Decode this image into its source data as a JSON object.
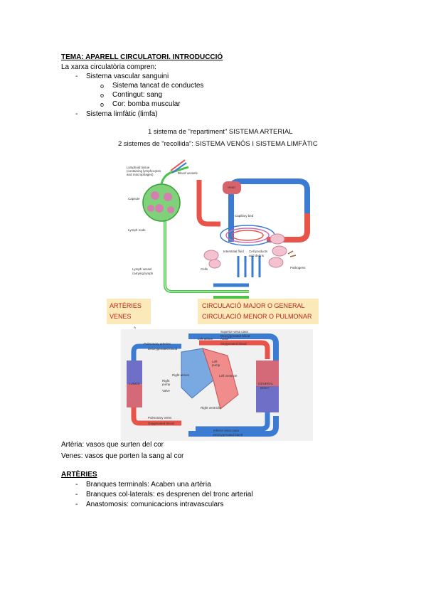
{
  "header": {
    "title": "TEMA: APARELL CIRCULATORI. INTRODUCCIÓ"
  },
  "intro": "La xarxa circulatòria compren:",
  "list1": {
    "item1": "Sistema vascular sanguini",
    "sub": [
      "Sistema tancat de conductes",
      "Contingut: sang",
      "Cor: bomba muscular"
    ],
    "item2": "Sistema limfàtic (limfa)"
  },
  "figure": {
    "line1": "1 sistema de \"repartiment\" SISTEMA ARTERIAL",
    "line2": "2 sistemes de \"recollida\": SISTEMA VENÓS I SISTEMA LIMFÀTIC",
    "legend_left": [
      "ARTÈRIES",
      "VENES"
    ],
    "legend_right": [
      "CIRCULACIÓ MAJOR O GENERAL",
      "CIRCULACIÓ MENOR O PULMONAR"
    ],
    "top_labels": {
      "lymphoid": "Lymphoid tissue",
      "lymphoid2": "(containing lymphocytes",
      "lymphoid3": "and macrophages)",
      "blood_vessels": "Blood vessels",
      "heart": "Heart",
      "capsule": "Capsule",
      "capillary_bed": "Capillary bed",
      "lymph_node": "Lymph node",
      "interstitial": "Interstitial fluid",
      "cell_products": "Cell products",
      "cell_products2": "and debris",
      "cells": "Cells",
      "pathogens": "Pathogens",
      "lymph_vessel": "Lymph vessel",
      "lymph_vessel2": "carrying lymph"
    },
    "bottom_labels": {
      "panel": "A",
      "superior_vena_cava": "Superior vena cava",
      "deoxygenated_top": "Deoxygenated blood",
      "pulmonary_arteries": "Pulmonary arteries",
      "deoxygenated_left": "Deoxygenated blood",
      "left_atrium": "Left atrium",
      "aorta": "Aorta",
      "oxygenated_right": "Oxygenated blood",
      "left_pump": "Left",
      "left_pump2": "pump",
      "left_ventricle": "Left ventricle",
      "right_atrium": "Right atrium",
      "right_pump": "Right",
      "right_pump2": "pump",
      "valve": "Valve",
      "lungs": "LUNGS",
      "general_body": "GENERAL",
      "general_body2": "BODY",
      "right_ventricle": "Right ventricle",
      "pulmonary_veins": "Pulmonary veins",
      "oxygenated_bottom": "Oxygenated blood",
      "inferior_vena_cava": "Inferior vena cava",
      "deoxygenated_bottom": "Deoxygenated blood"
    }
  },
  "def1": "Artèria: vasos que surten del cor",
  "def2": "Venes: vasos que porten la sang al cor",
  "section2": {
    "title": "ARTÈRIES",
    "items": [
      "Branques terminals: Acaben una artèria",
      "Branques col·laterals: es desprenen del tronc arterial",
      "Anastomosis: comunicacions intravasculars"
    ]
  },
  "colors": {
    "artery": "#e8534a",
    "vein": "#3b7bd1",
    "lymph": "#4cc24a",
    "legend_bg": "#fbe9b9",
    "legend_text": "#b8261a"
  },
  "bullets": {
    "dash": "-",
    "circle": "o"
  }
}
